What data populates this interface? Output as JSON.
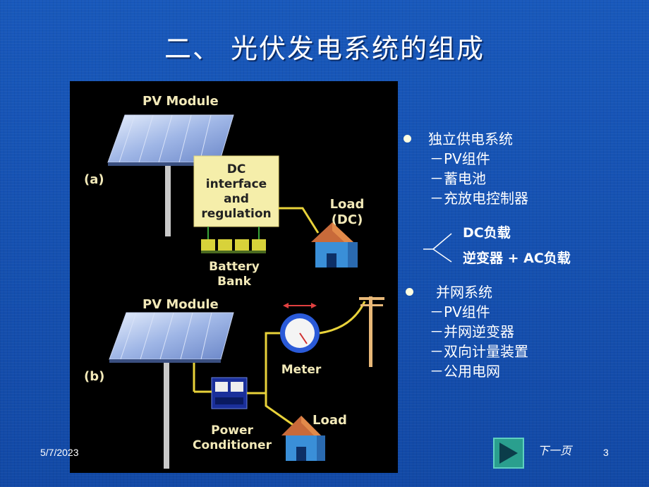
{
  "slide": {
    "title": "二、 光伏发电系统的组成",
    "date": "5/7/2023",
    "page_number": "3",
    "next_label": "下一页"
  },
  "figure": {
    "a_label": "(a)",
    "b_label": "(b)",
    "pv_module_a": "PV Module",
    "pv_module_b": "PV Module",
    "dc_box_lines": [
      "DC",
      "interface",
      "and",
      "regulation"
    ],
    "battery_lines": [
      "Battery",
      "Bank"
    ],
    "load_dc_lines": [
      "Load",
      "(DC)"
    ],
    "meter": "Meter",
    "load": "Load",
    "power_lines": [
      "Power",
      "Conditioner"
    ]
  },
  "standalone": {
    "heading": "独立供电系统",
    "items": [
      "－PV组件",
      "－蓄电池",
      "－充放电控制器"
    ]
  },
  "branch": {
    "items": [
      "DC负载",
      "逆变器 + AC负载"
    ]
  },
  "grid": {
    "heading": "并网系统",
    "items": [
      "－PV组件",
      "－并网逆变器",
      "－双向计量装置",
      "－公用电网"
    ]
  },
  "colors": {
    "background": "#1452b0",
    "panel_label": "#f2e9b8",
    "dc_box": "#f5eeaa",
    "button": "#2a9f8e"
  }
}
